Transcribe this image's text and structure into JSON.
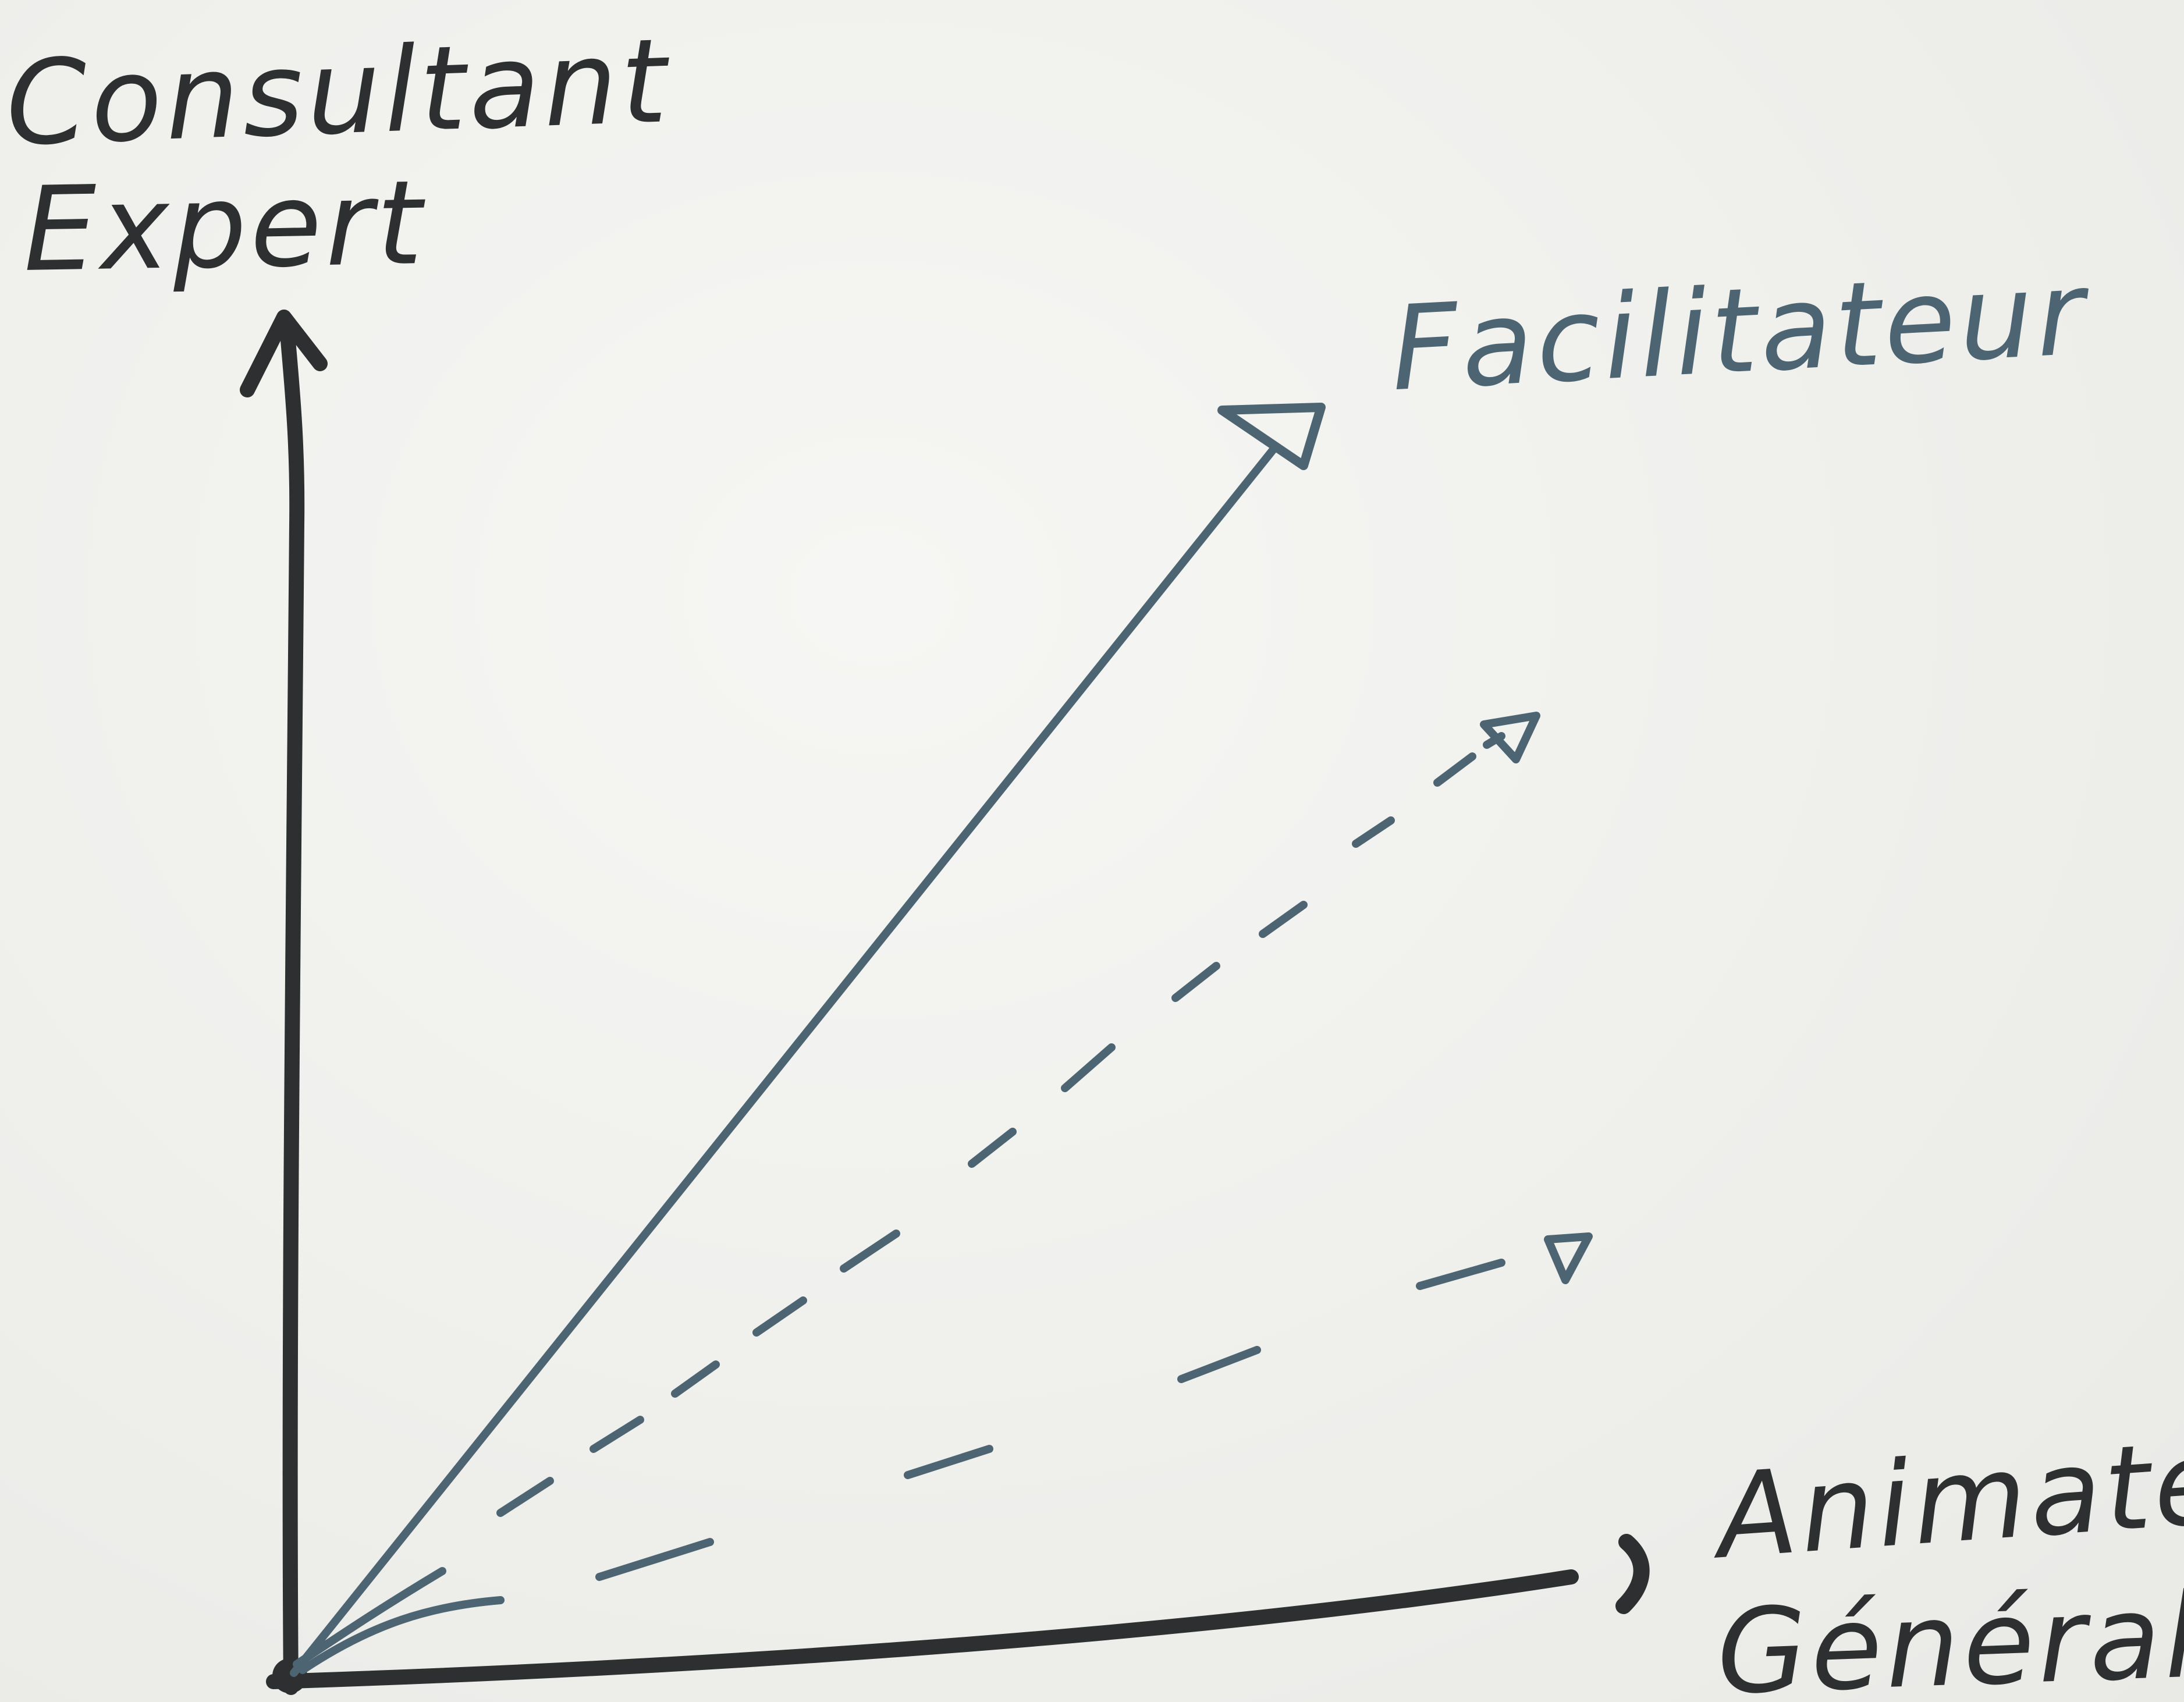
{
  "labels": {
    "y_axis_line1": "Consultant",
    "y_axis_line2": "Expert",
    "diagonal": "Facilitateur",
    "x_axis_line1": "Animateur",
    "x_axis_line2": "Généraliste"
  },
  "colors": {
    "paper": "#f1f1ef",
    "axis_ink": "#2e2f31",
    "arrow_ink": "#4d6572"
  },
  "icons": {
    "axis_arrowhead": "open-chevron",
    "facilitateur_arrowhead": "open-triangle",
    "dashed_arrowheads": "open-triangle"
  }
}
